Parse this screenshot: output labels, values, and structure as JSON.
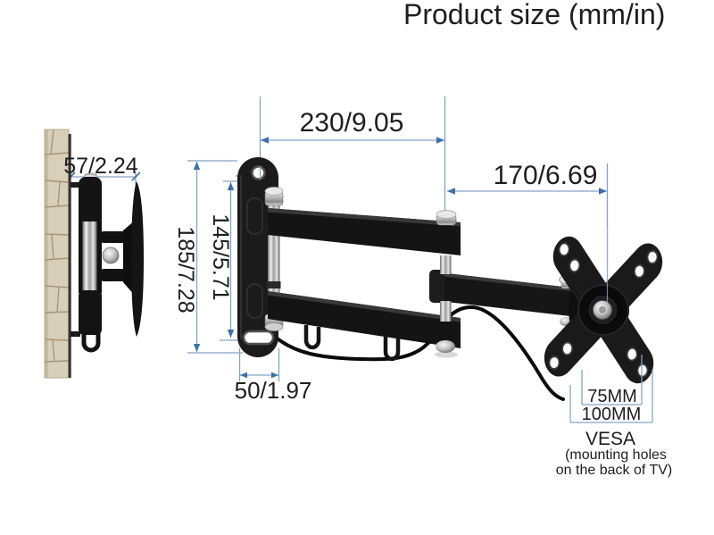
{
  "title": "Product size (mm/in)",
  "dimensions": {
    "upper_arm_span": "230/9.05",
    "front_arm_span": "170/6.69",
    "folded_depth": "57/2.24",
    "wall_plate_height": "185/7.28",
    "hinge_height": "145/5.71",
    "wall_plate_width": "50/1.97"
  },
  "vesa": {
    "hole_spacing_75": "75MM",
    "hole_spacing_100": "100MM",
    "label": "VESA",
    "note_line_1": "(mounting holes",
    "note_line_2": "on the back of TV)"
  },
  "colors": {
    "dimension_line": "#84a3c6",
    "dimension_arrow": "#3a70ab",
    "text": "#1e1e1e",
    "mount_black": "#161616",
    "chrome_light": "#efefef",
    "wall_stone": "#d8cfbb",
    "wall_grout": "#a3967a",
    "background": "#ffffff"
  }
}
